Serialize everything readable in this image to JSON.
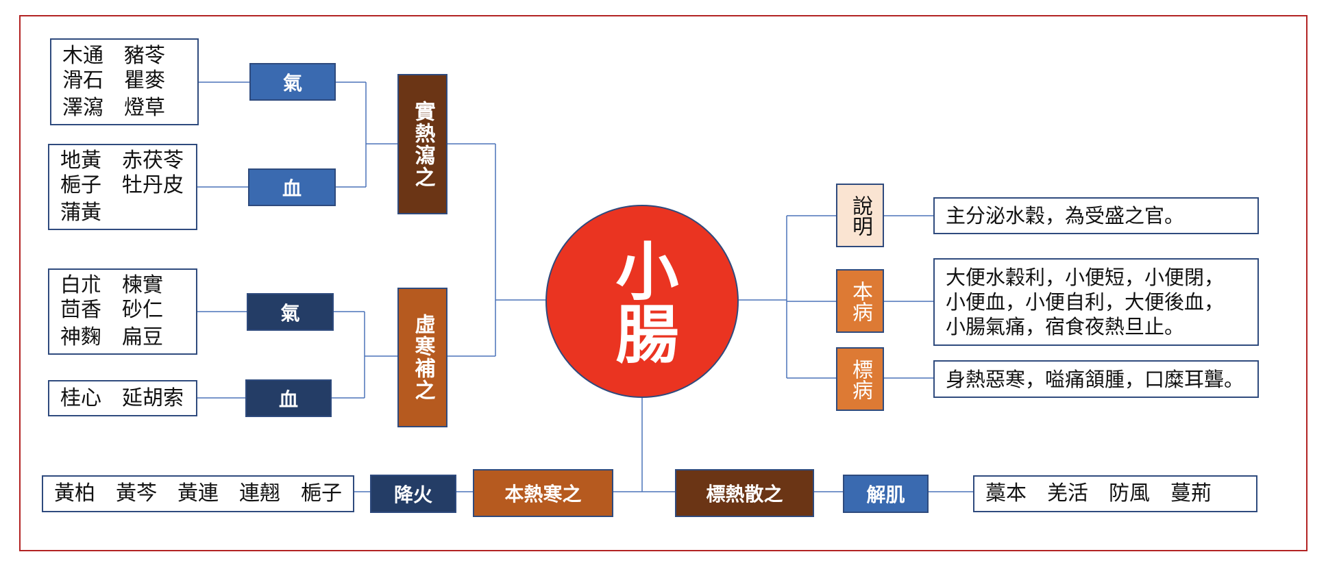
{
  "center": {
    "title": "小腸"
  },
  "colors": {
    "blue_light": "#3a6ab0",
    "blue_dark": "#243d66",
    "brown_dark": "#6b3515",
    "brown_orange": "#b65a1f",
    "orange": "#dd7a34",
    "peach": "#fae4d2",
    "red": "#ea3421",
    "line": "#4a72b8"
  },
  "left": {
    "shi_re": {
      "label": "實熱瀉之",
      "qi": {
        "label": "氣",
        "herbs": [
          "木通　豬苓",
          "滑石　瞿麥",
          "澤瀉　燈草"
        ]
      },
      "xue": {
        "label": "血",
        "herbs": [
          "地黃　赤茯苓",
          "梔子　牡丹皮",
          "蒲黃"
        ]
      }
    },
    "xu_han": {
      "label": "虛寒補之",
      "qi": {
        "label": "氣",
        "herbs": [
          "白朮　楝實",
          "茴香　砂仁",
          "神麴　扁豆"
        ]
      },
      "xue": {
        "label": "血",
        "herbs": [
          "桂心　延胡索"
        ]
      }
    }
  },
  "right": {
    "shuo_ming": {
      "label": "說明",
      "text": [
        "主分泌水穀，為受盛之官。"
      ]
    },
    "ben_bing": {
      "label": "本病",
      "text": [
        "大便水穀利，小便短，小便閉，",
        "小便血，小便自利，大便後血，",
        "小腸氣痛，宿食夜熱旦止。"
      ]
    },
    "biao_bing": {
      "label": "標病",
      "text": [
        "身熱惡寒，嗌痛頷腫，口糜耳聾。"
      ]
    }
  },
  "bottom": {
    "ben_re": {
      "label": "本熱寒之",
      "sub_label": "降火",
      "herbs": "黃柏　黃芩　黃連　連翹　梔子"
    },
    "biao_re": {
      "label": "標熱散之",
      "sub_label": "解肌",
      "herbs": "藁本　羌活　防風　蔓荊"
    }
  }
}
